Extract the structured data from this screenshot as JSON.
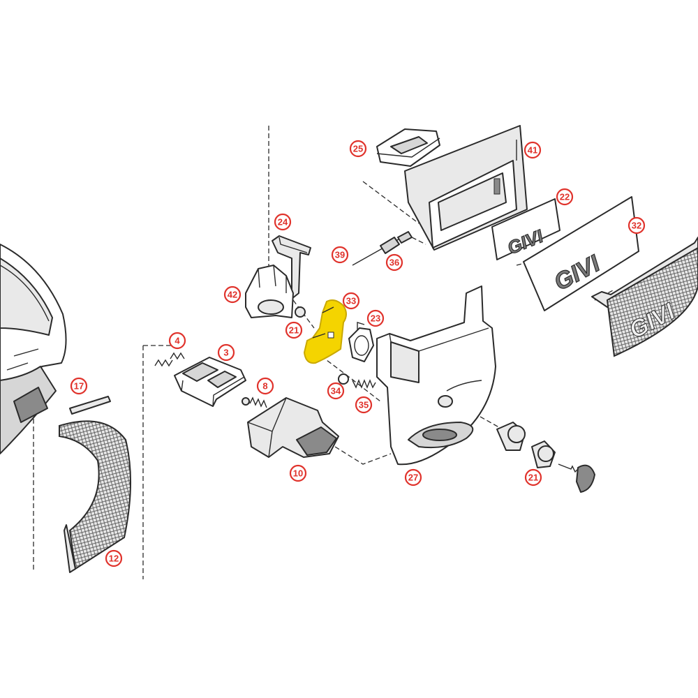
{
  "callouts": [
    {
      "label": "25"
    },
    {
      "label": "41"
    },
    {
      "label": "22"
    },
    {
      "label": "32"
    },
    {
      "label": "24"
    },
    {
      "label": "39"
    },
    {
      "label": "36"
    },
    {
      "label": "42"
    },
    {
      "label": "33"
    },
    {
      "label": "21"
    },
    {
      "label": "23"
    },
    {
      "label": "4"
    },
    {
      "label": "3"
    },
    {
      "label": "17"
    },
    {
      "label": "8"
    },
    {
      "label": "34"
    },
    {
      "label": "35"
    },
    {
      "label": "10"
    },
    {
      "label": "27"
    },
    {
      "label": "21"
    },
    {
      "label": "12"
    }
  ],
  "logos": {
    "plate_logo": "GIVI",
    "sticker_logo": "GIVI",
    "grille_logo": "GIVI"
  },
  "colors": {
    "callout": "#e0322b",
    "highlighted_part": "#f4d400",
    "line": "#2a2a2a"
  }
}
